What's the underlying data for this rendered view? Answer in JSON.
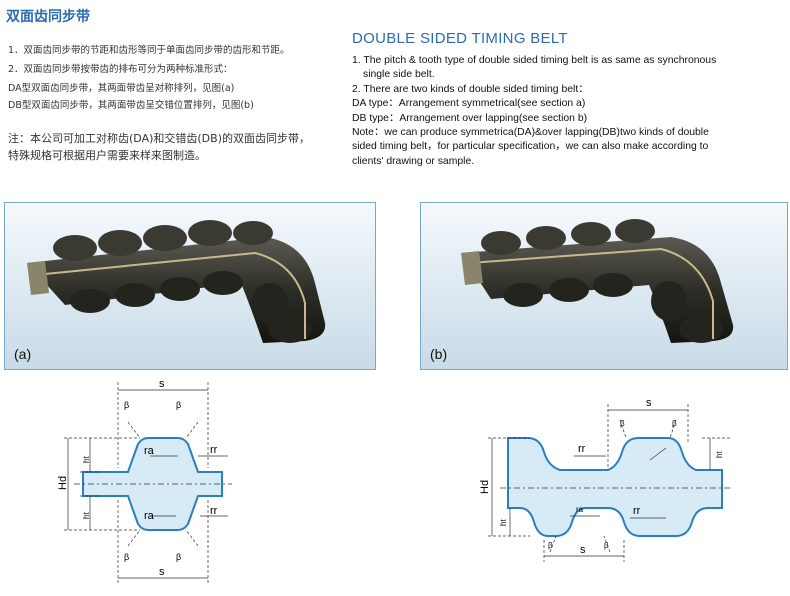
{
  "cn": {
    "title": "双面齿同步带",
    "line1": "1．双面齿同步带的节距和齿形等同于单面齿同步带的齿形和节距。",
    "line2": "2．双面齿同步带按带齿的排布可分为两种标准形式：",
    "line3": "DA型双面齿同步带，其两面带齿呈对称排列，见图(a)",
    "line4": "DB型双面齿同步带，其两面带齿呈交错位置排列，见图(b)",
    "note1": "注：本公司可加工对称齿(DA)和交错齿(DB)的双面齿同步带，",
    "note2": "特殊规格可根据用户需要来样来图制造。"
  },
  "en": {
    "title": "DOUBLE SIDED TIMING BELT",
    "p1a": "1.  The pitch & tooth type of double sided timing belt is as same as synchronous",
    "p1b": "single side belt.",
    "p2": "2.  There are two kinds of double sided timing belt：",
    "p3": "DA type：Arrangement symmetrical(see section a)",
    "p4": "DB type：Arrangement over lapping(see section b)",
    "p5a": "Note：we can produce symmetrica(DA)&over lapping(DB)two kinds of double",
    "p5b": "sided timing belt，for particular specification，we can also make according to",
    "p5c": "clients' drawing or sample."
  },
  "photos": {
    "a_label": "(a)",
    "b_label": "(b)"
  },
  "diagram_a": {
    "s_top": "s",
    "s_bottom": "s",
    "beta": "β",
    "ra_top": "ra",
    "ra_bottom": "ra",
    "rr_top": "rr",
    "rr_bottom": "rr",
    "hd": "Hd",
    "ht_top": "ht",
    "ht_bottom": "ht"
  },
  "diagram_b": {
    "s_top": "s",
    "s_bottom": "s",
    "beta": "β",
    "rr_top": "rr",
    "rr_bottom": "rr",
    "ra_bottom": "ra",
    "hd": "Hd",
    "ht_right": "ht",
    "ht_left": "ht"
  },
  "colors": {
    "accent": "#2d6bb0",
    "belt_fill": "#d6ebf5",
    "belt_stroke": "#2a7fc0"
  }
}
